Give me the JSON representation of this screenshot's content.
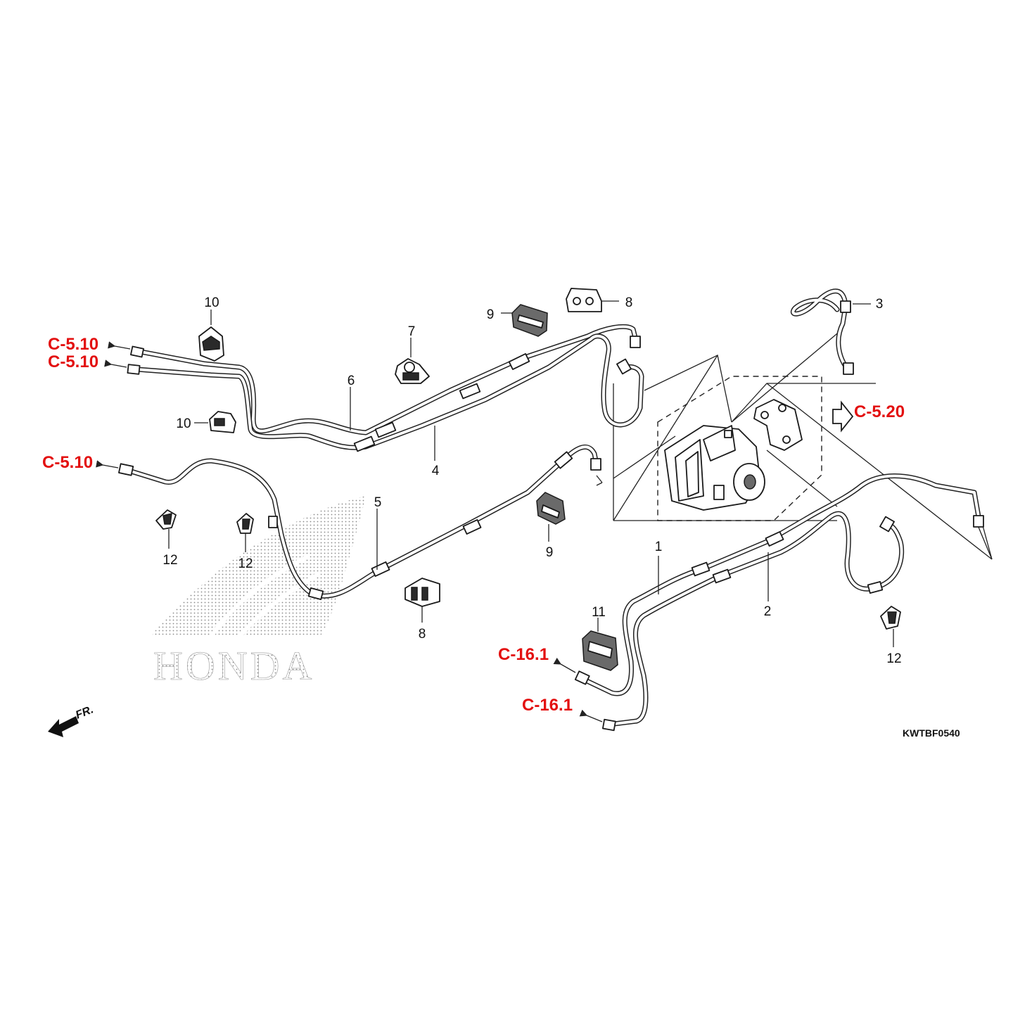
{
  "diagram": {
    "code": "KWTBF0540",
    "brand": "HONDA",
    "direction_label": "FR.",
    "ref_color": "#e31010",
    "part_numbers": [
      "1",
      "2",
      "3",
      "4",
      "5",
      "6",
      "7",
      "8",
      "8",
      "9",
      "9",
      "10",
      "10",
      "11",
      "12",
      "12",
      "12"
    ],
    "references": [
      "C-5.10",
      "C-5.10",
      "C-5.10",
      "C-5.20",
      "C-16.1",
      "C-16.1"
    ]
  }
}
